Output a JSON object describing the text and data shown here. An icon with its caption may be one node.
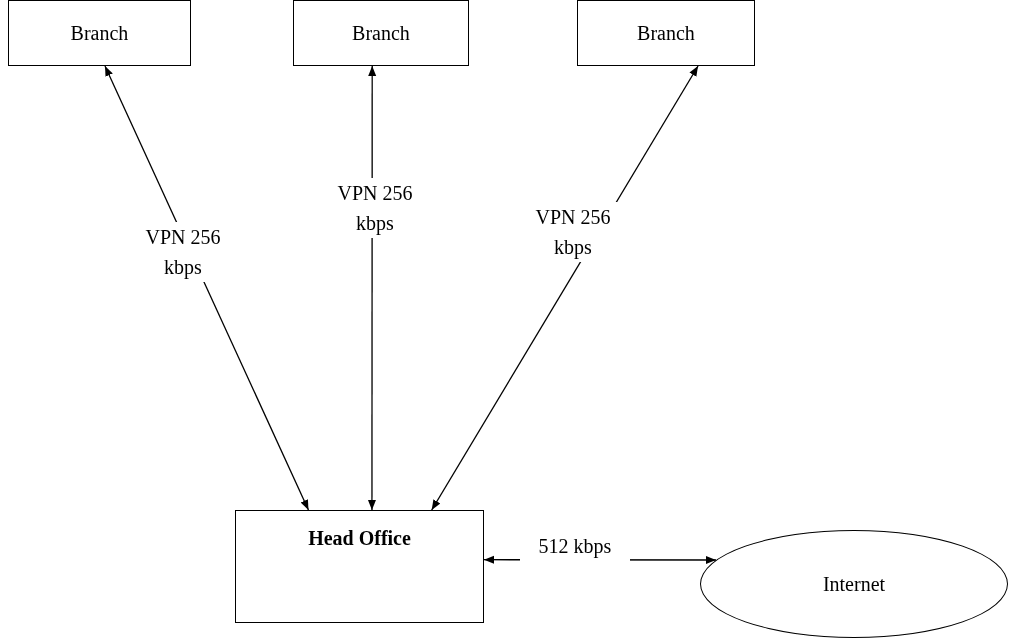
{
  "diagram": {
    "nodes": [
      {
        "text": [
          "Branch"
        ]
      },
      {
        "text": [
          "Branch"
        ]
      },
      {
        "text": [
          "Branch"
        ]
      },
      {
        "text": [
          "Head Office"
        ]
      },
      {
        "text": [
          "Internet"
        ]
      }
    ],
    "edges": [
      {
        "from": 0,
        "to": 3,
        "arrow": "both",
        "label": "VPN 256 kbps"
      },
      {
        "from": 1,
        "to": 3,
        "arrow": "both",
        "label": "VPN 256 kbps"
      },
      {
        "from": 2,
        "to": 3,
        "arrow": "both",
        "label": "VPN 256 kbps"
      },
      {
        "from": 3,
        "to": 4,
        "arrow": "both",
        "label": "512 kbps"
      }
    ]
  }
}
